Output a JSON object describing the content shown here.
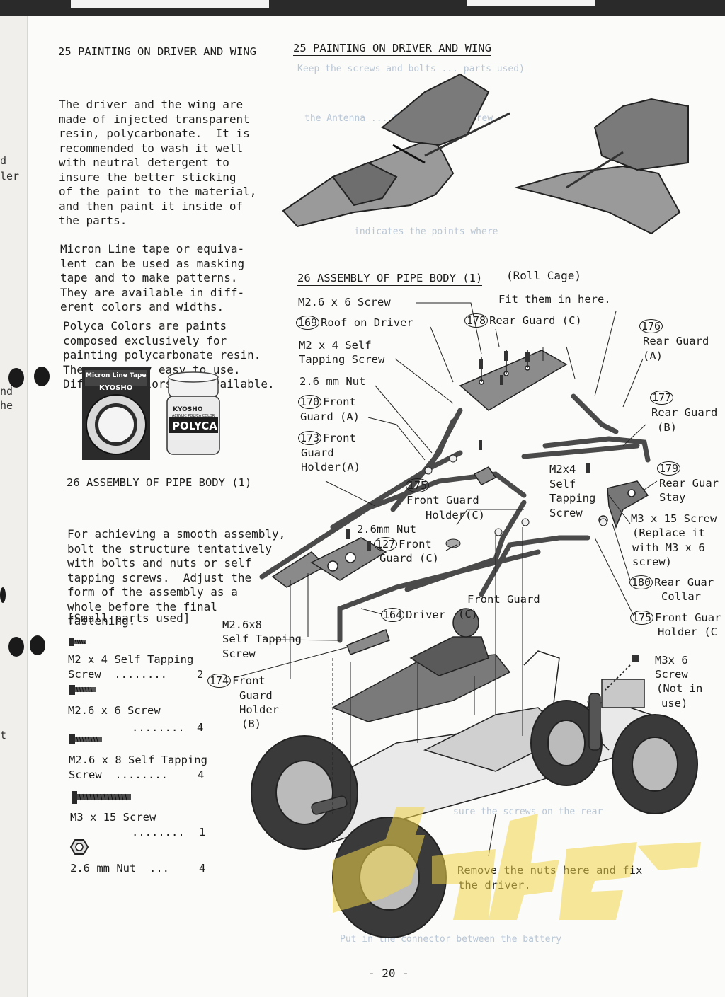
{
  "edge_fragments": [
    "d",
    "ler",
    "nd",
    "he",
    "t"
  ],
  "left": {
    "painting": {
      "title": "25 PAINTING ON DRIVER AND WING",
      "p1": [
        "The driver and the wing are",
        "made of injected transparent",
        "resin, polycarbonate.  It is",
        "recommended to wash it well",
        "with neutral detergent to",
        "insure the better sticking",
        "of the paint to the material,",
        "and then paint it inside of",
        "the parts."
      ],
      "p2": [
        "Micron Line tape or equiva-",
        "lent can be used as masking",
        "tape and to make patterns.",
        "They are available in diff-",
        "erent colors and widths."
      ],
      "p3": [
        "Polyca Colors are paints",
        "composed exclusively for",
        "painting polycarbonate resin.",
        "They are very easy to use.",
        "Different colors are available."
      ],
      "product_tape": {
        "label": "Micron Line Tape",
        "brand": "KYOSHO"
      },
      "product_jar": {
        "brand": "KYOSHO",
        "name": "POLYCA",
        "sub": "ACRYLIC POLYCA COLOR"
      }
    },
    "assembly": {
      "title": "26 ASSEMBLY OF PIPE BODY (1)",
      "p1": [
        "For achieving a smooth assembly,",
        "bolt the structure tentatively",
        "with bolts and nuts or self",
        "tapping screws.  Adjust the",
        "form of the assembly as a",
        "whole before the final",
        "fastening."
      ],
      "parts_title": "[Small parts used]",
      "parts": [
        {
          "name": "M2 x 4 Self Tapping",
          "name2": "Screw  ........",
          "qty": "2"
        },
        {
          "name": "M2.6 x 6 Screw",
          "name2": "........",
          "qty": "4"
        },
        {
          "name": "M2.6 x 8 Self Tapping",
          "name2": "Screw  ........",
          "qty": "4"
        },
        {
          "name": "M3 x 15 Screw",
          "name2": "........",
          "qty": "1"
        },
        {
          "name": "2.6 mm Nut  ...",
          "name2": "",
          "qty": "4"
        }
      ]
    }
  },
  "right": {
    "painting_title": "25 PAINTING ON DRIVER AND WING",
    "assembly_title": "26 ASSEMBLY OF PIPE BODY (1)",
    "assembly_subtitle": "(Roll Cage)",
    "callouts": {
      "m26x6": "M2.6 x 6 Screw",
      "fit": "Fit them in here.",
      "n169": "169",
      "t169": "Roof on Driver",
      "n178": "178",
      "t178": "Rear Guard (C)",
      "n176": "176",
      "t176a": "Rear Guard",
      "t176b": "(A)",
      "m2x4a": "M2 x 4 Self",
      "m2x4b": "Tapping Screw",
      "nut": "2.6 mm Nut",
      "n170": "170",
      "t170a": "Front",
      "t170b": "Guard (A)",
      "n177": "177",
      "t177a": "Rear Guard",
      "t177b": "(B)",
      "n173": "173",
      "t173a": "Front",
      "t173b": "Guard",
      "t173c": "Holder(A)",
      "n179": "179",
      "t179a": "Rear Guar",
      "t179b": "Stay",
      "m2x4c": "M2x4",
      "m2x4d": "Self",
      "m2x4e": "Tapping",
      "m2x4f": "Screw",
      "n175a": "175",
      "t175a": "Front Guard",
      "t175b": "Holder(C)",
      "m3x15a": "M3 x 15 Screw",
      "m3x15b": "(Replace it",
      "m3x15c": "with M3 x 6",
      "m3x15d": "screw)",
      "nut2": "2.6mm Nut",
      "n127": "127",
      "t127a": "Front",
      "t127b": "Guard (C)",
      "n180": "180",
      "t180a": "Rear Guar",
      "t180b": "Collar",
      "fgc_a": "Front Guard",
      "fgc_b": "(C)",
      "n164": "164",
      "t164": "Driver",
      "n175b": "175",
      "t175c": "Front Guar",
      "t175d": "Holder (C",
      "m26x8a": "M2.6x8",
      "m26x8b": "Self Tapping",
      "m26x8c": "Screw",
      "n174": "174",
      "t174a": "Front",
      "t174b": "Guard",
      "t174c": "Holder",
      "t174d": "(B)",
      "m3x6a": "M3x 6",
      "m3x6b": "Screw",
      "m3x6c": "(Not in",
      "m3x6d": "use)",
      "remove_a": "Remove the nuts here and fix",
      "remove_b": "the driver."
    }
  },
  "page_number": "-  20  -"
}
